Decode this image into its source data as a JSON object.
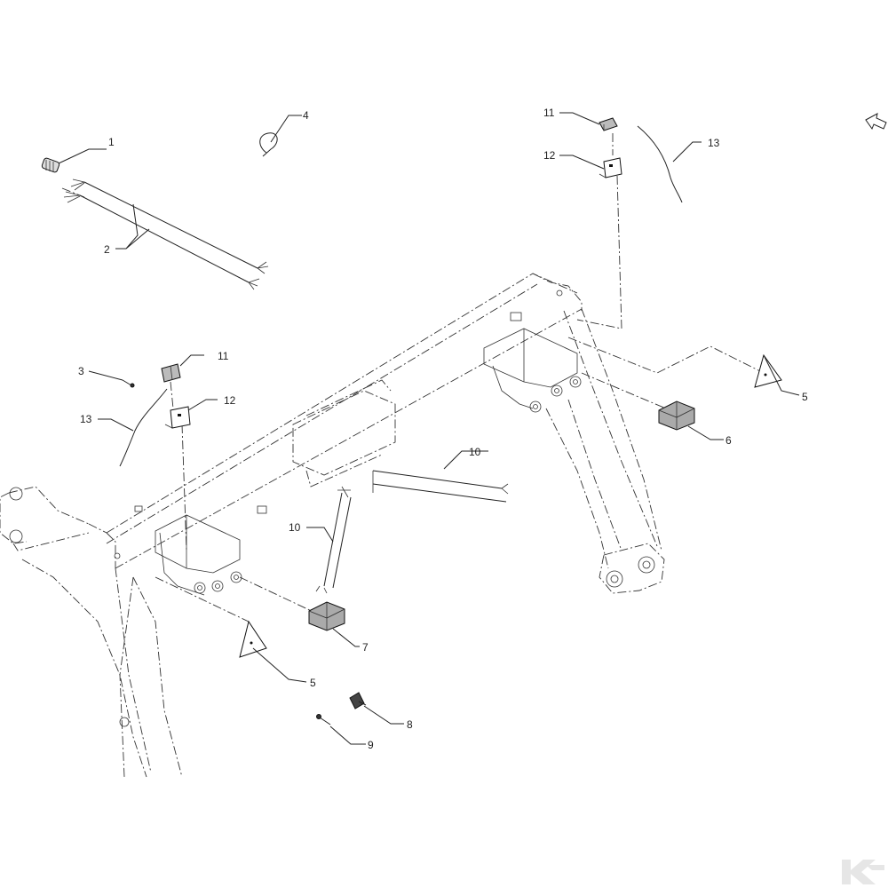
{
  "diagram": {
    "callouts": [
      {
        "id": "c1",
        "label": "1"
      },
      {
        "id": "c2",
        "label": "2"
      },
      {
        "id": "c3",
        "label": "3"
      },
      {
        "id": "c4",
        "label": "4"
      },
      {
        "id": "c5a",
        "label": "5"
      },
      {
        "id": "c5b",
        "label": "5"
      },
      {
        "id": "c6",
        "label": "6"
      },
      {
        "id": "c7",
        "label": "7"
      },
      {
        "id": "c8",
        "label": "8"
      },
      {
        "id": "c9",
        "label": "9"
      },
      {
        "id": "c10a",
        "label": "10"
      },
      {
        "id": "c10b",
        "label": "10"
      },
      {
        "id": "c11a",
        "label": "11"
      },
      {
        "id": "c11b",
        "label": "11"
      },
      {
        "id": "c12a",
        "label": "12"
      },
      {
        "id": "c12b",
        "label": "12"
      },
      {
        "id": "c13a",
        "label": "13"
      },
      {
        "id": "c13b",
        "label": "13"
      }
    ]
  },
  "colors": {
    "line": "#222222",
    "logo": "#e6e6e6",
    "background": "#ffffff"
  },
  "icons": {
    "direction": "arrow-icon",
    "brand": "kramp-logo-icon"
  }
}
